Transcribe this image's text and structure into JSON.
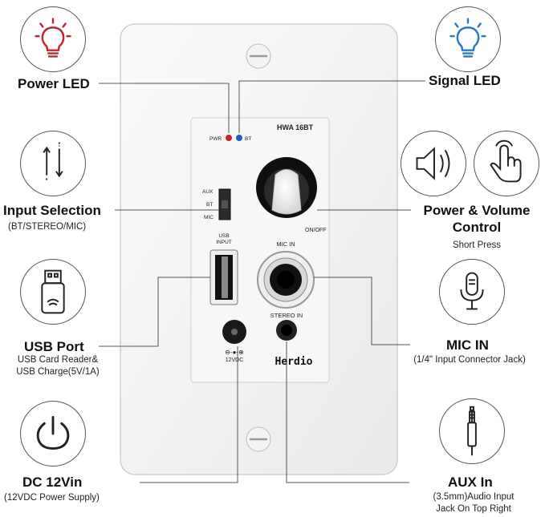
{
  "panel": {
    "model": "HWA 16BT",
    "pwr_label": "PWR",
    "bt_label": "BT",
    "switch_labels": [
      "AUX",
      "BT",
      "MIC"
    ],
    "knob_label": "ON/OFF",
    "usb_label_line1": "USB",
    "usb_label_line2": "INPUT",
    "mic_in_label": "MIC IN",
    "stereo_in_label": "STEREO IN",
    "dc_label": "12VDC",
    "brand": "Herdio"
  },
  "callouts": {
    "power_led": {
      "title": "Power LED",
      "icon": "lightbulb-red-icon",
      "color": "#c0262b"
    },
    "signal_led": {
      "title": "Signal LED",
      "icon": "lightbulb-blue-icon",
      "color": "#2a78c8"
    },
    "input_selection": {
      "title": "Input Selection",
      "sub": "(BT/STEREO/MIC)",
      "icon": "input-arrows-icon"
    },
    "power_volume": {
      "title_line1": "Power & Volume",
      "title_line2": "Control",
      "sub": "Short Press",
      "icons": [
        "speaker-icon",
        "hand-press-icon"
      ]
    },
    "usb_port": {
      "title": "USB Port",
      "sub_line1": "USB Card Reader&",
      "sub_line2": "USB Charge(5V/1A)",
      "icon": "usb-drive-icon"
    },
    "mic_in": {
      "title": "MIC IN",
      "sub": "(1/4\" Input Connector Jack)",
      "icon": "microphone-icon"
    },
    "dc_12vin": {
      "title": "DC 12Vin",
      "sub": "(12VDC Power Supply)",
      "icon": "power-icon"
    },
    "aux_in": {
      "title": "AUX In",
      "sub_line1": "(3.5mm)Audio Input",
      "sub_line2": "Jack On Top Right",
      "icon": "aux-jack-icon"
    }
  }
}
